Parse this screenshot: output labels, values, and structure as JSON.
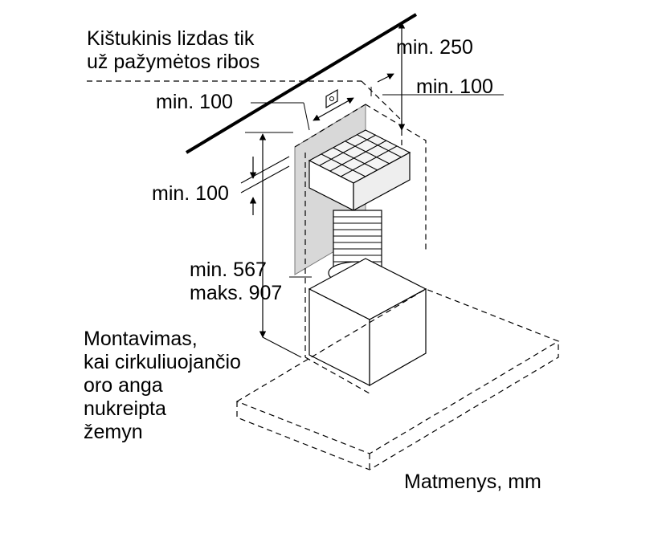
{
  "socket_note": {
    "line1": "Kištukinis lizdas tik",
    "line2": "už pažymėtos ribos"
  },
  "dimensions": {
    "top_clearance": "min. 250",
    "right_clearance": "min. 100",
    "left_clearance": "min. 100",
    "vertical_gap": "min. 100",
    "height_min": "min. 567",
    "height_max": "maks. 907"
  },
  "mounting_note": {
    "line1": "Montavimas,",
    "line2": "kai cirkuliuojančio",
    "line3": "oro anga",
    "line4": "nukreipta",
    "line5": "žemyn"
  },
  "units_note": "Matmenys, mm"
}
